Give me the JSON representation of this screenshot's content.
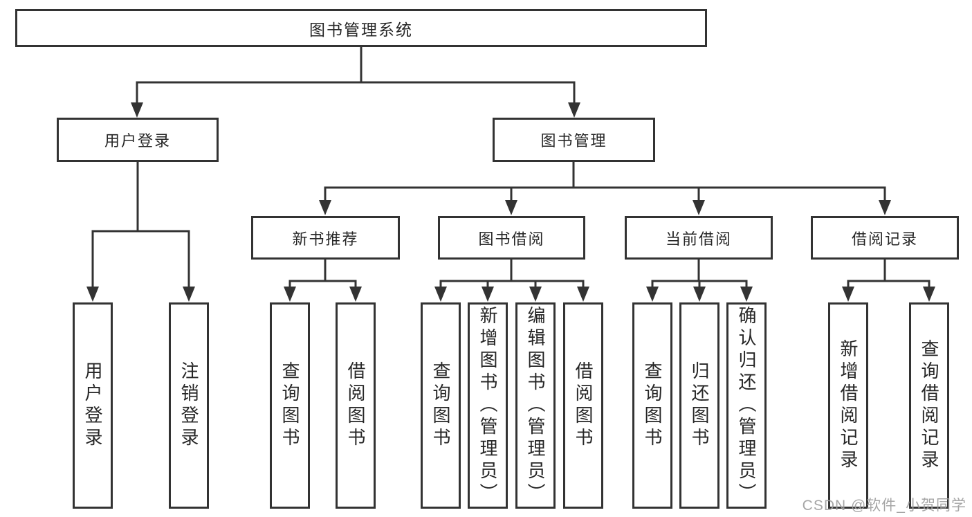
{
  "diagram": {
    "type": "tree",
    "tree": {
      "label": "图书管理系统",
      "children": [
        {
          "label": "用户登录",
          "children": [
            {
              "label": "用户登录"
            },
            {
              "label": "注销登录"
            }
          ]
        },
        {
          "label": "图书管理",
          "children": [
            {
              "label": "新书推荐",
              "children": [
                {
                  "label": "查询图书"
                },
                {
                  "label": "借阅图书"
                }
              ]
            },
            {
              "label": "图书借阅",
              "children": [
                {
                  "label": "查询图书"
                },
                {
                  "label": "新增图书（管理员）"
                },
                {
                  "label": "编辑图书（管理员）"
                },
                {
                  "label": "借阅图书"
                }
              ]
            },
            {
              "label": "当前借阅",
              "children": [
                {
                  "label": "查询图书"
                },
                {
                  "label": "归还图书"
                },
                {
                  "label": "确认归还（管理员）"
                }
              ]
            },
            {
              "label": "借阅记录",
              "children": [
                {
                  "label": "新增借阅记录"
                },
                {
                  "label": "查询借阅记录"
                }
              ]
            }
          ]
        }
      ]
    }
  },
  "watermark": {
    "text": "CSDN @软件_小贺同学",
    "color": "#9e9e9e"
  },
  "colors": {
    "background": "#ffffff",
    "line": "#333333",
    "box_border": "#333333",
    "box_fill": "#ffffff",
    "text": "#262626"
  }
}
